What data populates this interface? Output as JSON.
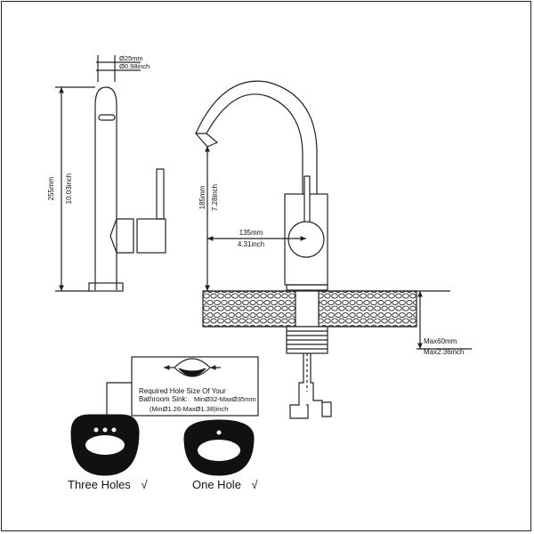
{
  "side_view": {
    "diameter_mm": "Ø25mm",
    "diameter_inch": "Ø0.98inch",
    "height_mm": "255mm",
    "height_inch": "10.03inch"
  },
  "front_view": {
    "spout_height_mm": "185mm",
    "spout_height_inch": "7.28inch",
    "reach_mm": "135mm",
    "reach_inch": "4.31inch",
    "deck_max_mm": "Max60mm",
    "deck_max_inch": "Max2.36inch"
  },
  "hole_info": {
    "title_line1": "Required Hole Size Of Your",
    "title_line2": "Bathroom Sink:",
    "range_mm": "MinØ32-MaxØ35mm",
    "range_inch": "(MinØ1.26-MaxØ1.38)inch"
  },
  "sinks": [
    {
      "label": "Three Holes",
      "check": "√"
    },
    {
      "label": "One Hole",
      "check": "√"
    }
  ],
  "colors": {
    "line": "#222222",
    "fill_dark": "#111111",
    "background": "#ffffff"
  }
}
